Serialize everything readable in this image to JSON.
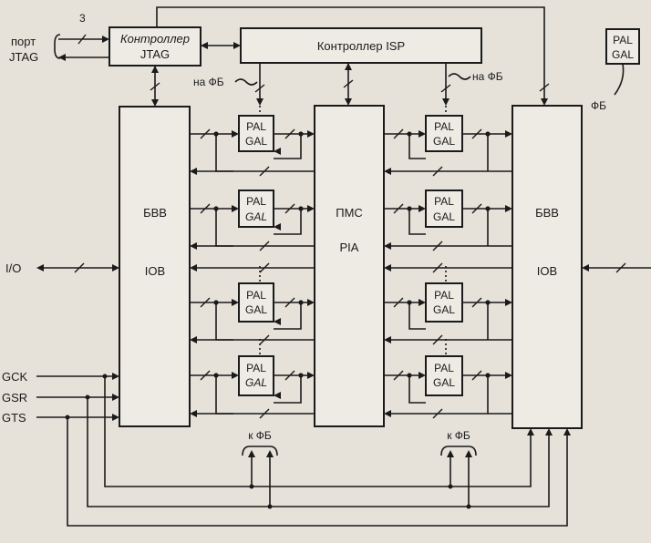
{
  "labels": {
    "jtag_controller_line1": "Контроллер",
    "jtag_controller_line2": "JTAG",
    "isp_controller": "Контроллер ISP",
    "port_line1": "порт",
    "port_line2": "JTAG",
    "bus_width": "3",
    "fb_left": "на ФБ",
    "fb_right": "на ФБ",
    "fb_caption": "ФБ",
    "pal": "PAL",
    "gal": "GAL",
    "bvv": "БВВ",
    "iob": "IOB",
    "pms": "ПМС",
    "pia": "PIA",
    "io": "I/O",
    "gck": "GCK",
    "gsr": "GSR",
    "gts": "GTS",
    "to_fb": "к ФБ"
  }
}
